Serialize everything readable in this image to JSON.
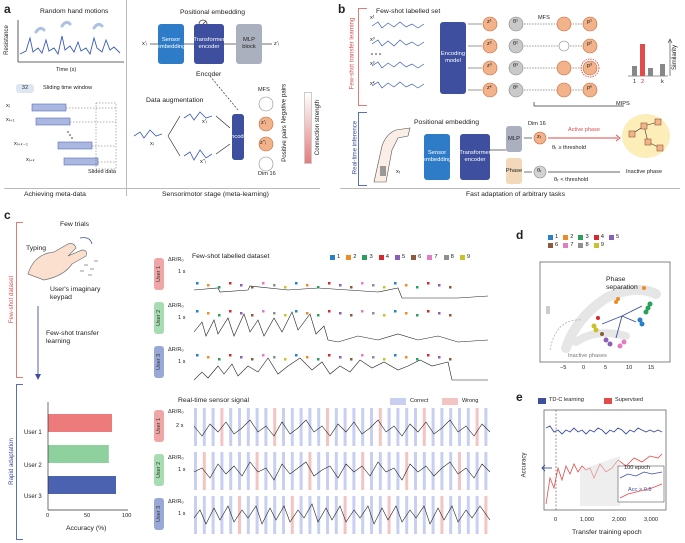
{
  "panel_a": {
    "letter": "a",
    "title_motions": "Random hand motions",
    "y_label": "Resistance",
    "x_label": "Time (s)",
    "window_value": "32",
    "window_label": "Sliding time window",
    "rows": [
      "xᵢ",
      "xᵢ₊₁",
      "xᵢ₊ₖ₋₁",
      "xᵢ₊ₖ"
    ],
    "slided_label": "Slided data",
    "pos_embed": "Positional embedding",
    "sensor_embed": "Sensor embedding",
    "transformer": "Transformer encoder",
    "mlp_block": "MLP block",
    "encoder_label": "Encoder",
    "out_label": "z'ᵢ",
    "in_label": "x'ᵢ",
    "data_aug": "Data augmentation",
    "xi": "xᵢ",
    "xi_p": "x'ᵢ",
    "xi_pp": "x''ᵢ",
    "encoder2": "Encoder",
    "mfs": "MFS",
    "z1": "z'ᵢ",
    "z2": "z''ᵢ",
    "neg": "Negative pairs",
    "pos": "Positive pairs",
    "conn": "Connection strength",
    "dim": "Dim 16",
    "bottom_left": "Achieving meta-data",
    "bottom_right": "Sensorimotor stage (meta-learning)"
  },
  "panel_b": {
    "letter": "b",
    "fewshot_title": "Few-shot labelled set",
    "side_top": "Few-shot transfer learning",
    "side_bottom": "Real-time inference",
    "xs": [
      "x¹",
      "x²",
      "x³",
      "xᵏ"
    ],
    "encoding_model": "Encoding model",
    "zs": [
      "z¹",
      "z²",
      "z³",
      "zᵏ"
    ],
    "thetas": [
      "θ¹",
      "θ²",
      "θ³",
      "θᵏ"
    ],
    "ps": [
      "p¹",
      "p²",
      "p³",
      "pᵏ"
    ],
    "mfs": "MFS",
    "mips": "MIPS",
    "similarity": "Similarity",
    "bar_ticks": [
      "1",
      "2",
      "k"
    ],
    "pos_embed": "Positional embedding",
    "sensor_embed": "Sensor embedding",
    "transformer": "Transformer encoder",
    "xt": "xₜ",
    "mlp": "MLP",
    "phase": "Phase",
    "dim16": "Dim 16",
    "zt": "zₜ",
    "thetat": "θₜ",
    "active_phase": "Active phase",
    "ge_thr": "θₜ ≥ threshold",
    "lt_thr": "θₜ < threshold",
    "inactive_phase": "Inactive phase",
    "bottom": "Fast adaptation of arbitrary tasks"
  },
  "panel_c": {
    "letter": "c",
    "few_trials": "Few trials",
    "typing": "Typing",
    "keypad": "User's imaginary keypad",
    "transfer": "Few-shot transfer learning",
    "side_top": "Few-shot dataset",
    "side_bottom": "Rapid adaptation",
    "fs_title": "Few-shot labelled dataset",
    "rt_title": "Real-time sensor signal",
    "correct": "Correct",
    "wrong": "Wrong",
    "users": [
      "User 1",
      "User 2",
      "User 3"
    ],
    "dr": "ΔR/R₀",
    "one_s": "1 s",
    "two_s": "2 s",
    "legend_nums": [
      "1",
      "2",
      "3",
      "4",
      "5",
      "6",
      "7",
      "8",
      "9"
    ],
    "legend_colors": [
      "#2a7fc9",
      "#f08a24",
      "#2aa05a",
      "#d9272e",
      "#8b5fb8",
      "#8c5a3c",
      "#e57bc0",
      "#8f8f8f",
      "#c9c22a"
    ]
  },
  "bar_chart": {
    "x_label": "Accuracy (%)",
    "ticks": [
      "0",
      "50",
      "100"
    ]
  },
  "panel_d": {
    "letter": "d",
    "phase_sep": "Phase separation",
    "inactive": "Inactive phases",
    "x_ticks": [
      "−5",
      "0",
      "5",
      "10",
      "15"
    ]
  },
  "panel_e": {
    "letter": "e",
    "legend_a": "TD-C learning",
    "legend_b": "Supervised",
    "y_label": "Accuracy",
    "x_label": "Transfer training epoch",
    "x_ticks": [
      "0",
      "1,000",
      "2,000",
      "3,000"
    ],
    "ann_100": "100 epoch",
    "ann_acc": "Acc > 0.8"
  },
  "chart_data": {
    "type": "bar",
    "categories": [
      "User 1",
      "User 2",
      "User 3"
    ],
    "values": [
      80,
      76,
      85
    ],
    "xlabel": "Accuracy (%)",
    "xlim": [
      0,
      100
    ],
    "colors": [
      "#ee7b7b",
      "#8fd19e",
      "#4a62b0"
    ]
  }
}
